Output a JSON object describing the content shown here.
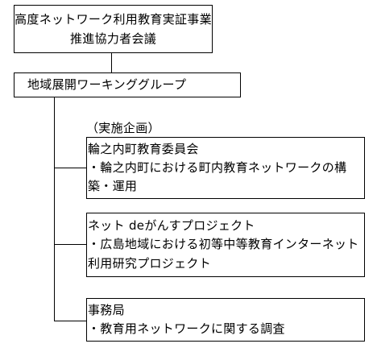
{
  "top_box": {
    "line1": "高度ネットワーク利用教育実証事業",
    "line2": "推進協力者会議"
  },
  "group_box": {
    "label": "地域展開ワーキンググループ"
  },
  "section_label": "（実施企画）",
  "members": [
    {
      "title": "輪之内町教育委員会",
      "desc1": "・輪之内町における町内教育ネットワークの構",
      "desc2": "築・運用"
    },
    {
      "title": "ネット deがんすプロジェクト",
      "desc1": "・広島地域における初等中等教育インターネット",
      "desc2": "利用研究プロジェクト"
    },
    {
      "title": "事務局",
      "desc1": "・教育用ネットワークに関する調査"
    }
  ]
}
